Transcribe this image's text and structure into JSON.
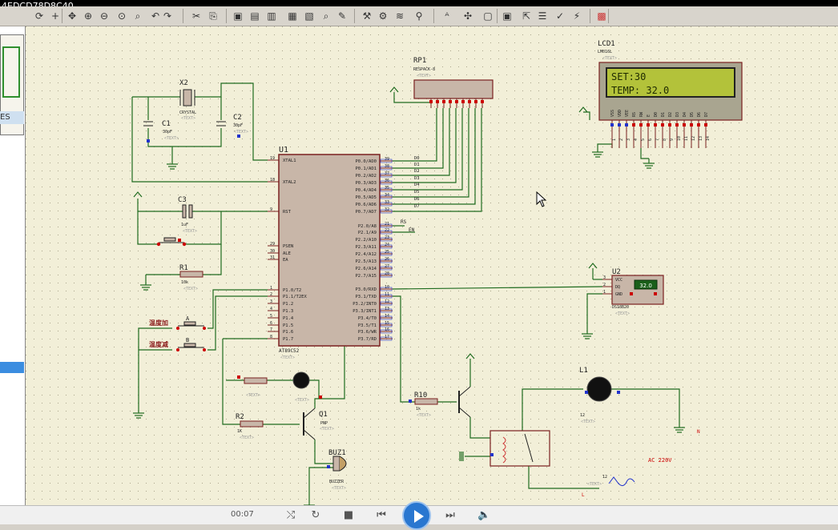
{
  "window": {
    "title": "4EDCD78D8C40"
  },
  "toolbar": {
    "icons": [
      "refresh-icon",
      "origin-icon",
      "pan-icon",
      "zoom-in-icon",
      "zoom-out-icon",
      "zoom-all-icon",
      "zoom-area-icon",
      "undo-icon",
      "redo-icon",
      "cut-icon",
      "copy-icon",
      "paste-icon",
      "block-copy-icon",
      "block-move-icon",
      "block-rotate-icon",
      "block-delete-icon",
      "pick-icon",
      "make-device-icon",
      "packaging-icon",
      "decompose-icon",
      "wire-autorouter-icon",
      "search-icon",
      "property-assign-icon",
      "design-explorer-icon",
      "new-sheet-icon",
      "remove-sheet-icon",
      "exit-sheet-icon",
      "bom-icon",
      "erc-icon",
      "netlist-icon",
      "ares-icon"
    ]
  },
  "sidebar": {
    "devices_label": "ES"
  },
  "schematic": {
    "U1": {
      "ref": "U1",
      "part": "AT89C52",
      "text": "<TEXT>",
      "left_pins": [
        {
          "num": "19",
          "name": "XTAL1"
        },
        {
          "num": "18",
          "name": "XTAL2"
        },
        {
          "num": "9",
          "name": "RST"
        },
        {
          "num": "29",
          "name": "PSEN"
        },
        {
          "num": "30",
          "name": "ALE"
        },
        {
          "num": "31",
          "name": "EA"
        },
        {
          "num": "1",
          "name": "P1.0/T2"
        },
        {
          "num": "2",
          "name": "P1.1/T2EX"
        },
        {
          "num": "3",
          "name": "P1.2"
        },
        {
          "num": "4",
          "name": "P1.3"
        },
        {
          "num": "5",
          "name": "P1.4"
        },
        {
          "num": "6",
          "name": "P1.5"
        },
        {
          "num": "7",
          "name": "P1.6"
        },
        {
          "num": "8",
          "name": "P1.7"
        }
      ],
      "right_pins_p0": [
        {
          "num": "39",
          "name": "P0.0/AD0"
        },
        {
          "num": "38",
          "name": "P0.1/AD1"
        },
        {
          "num": "37",
          "name": "P0.2/AD2"
        },
        {
          "num": "36",
          "name": "P0.3/AD3"
        },
        {
          "num": "35",
          "name": "P0.4/AD4"
        },
        {
          "num": "34",
          "name": "P0.5/AD5"
        },
        {
          "num": "33",
          "name": "P0.6/AD6"
        },
        {
          "num": "32",
          "name": "P0.7/AD7"
        }
      ],
      "right_pins_p2": [
        {
          "num": "21",
          "name": "P2.0/A8"
        },
        {
          "num": "22",
          "name": "P2.1/A9"
        },
        {
          "num": "23",
          "name": "P2.2/A10"
        },
        {
          "num": "24",
          "name": "P2.3/A11"
        },
        {
          "num": "25",
          "name": "P2.4/A12"
        },
        {
          "num": "26",
          "name": "P2.5/A13"
        },
        {
          "num": "27",
          "name": "P2.6/A14"
        },
        {
          "num": "28",
          "name": "P2.7/A15"
        }
      ],
      "right_pins_p3": [
        {
          "num": "10",
          "name": "P3.0/RXD"
        },
        {
          "num": "11",
          "name": "P3.1/TXD"
        },
        {
          "num": "12",
          "name": "P3.2/INT0"
        },
        {
          "num": "13",
          "name": "P3.3/INT1"
        },
        {
          "num": "14",
          "name": "P3.4/T0"
        },
        {
          "num": "15",
          "name": "P3.5/T1"
        },
        {
          "num": "16",
          "name": "P3.6/WR"
        },
        {
          "num": "17",
          "name": "P3.7/RD"
        }
      ],
      "net_d": [
        "D0",
        "D1",
        "D2",
        "D3",
        "D4",
        "D5",
        "D6",
        "D7"
      ],
      "net_rs": "RS",
      "net_en": "EN"
    },
    "X2": {
      "ref": "X2",
      "part": "CRYSTAL",
      "text": "<TEXT>"
    },
    "C1": {
      "ref": "C1",
      "value": "30pF",
      "text": "<TEXT>"
    },
    "C2": {
      "ref": "C2",
      "value": "30pF",
      "text": "<TEXT>"
    },
    "C3": {
      "ref": "C3",
      "value": "1uF",
      "text": "<TEXT>"
    },
    "R1": {
      "ref": "R1",
      "value": "10k",
      "text": "<TEXT>"
    },
    "R2": {
      "ref": "R2",
      "value": "1K",
      "text": "<TEXT>"
    },
    "R10": {
      "ref": "R10",
      "value": "1k",
      "text": "<TEXT>"
    },
    "RP1": {
      "ref": "RP1",
      "part": "RESPACK-8",
      "text": "<TEXT>"
    },
    "LCD1": {
      "ref": "LCD1",
      "part": "LM016L",
      "text": "<TEXT>",
      "line1": "SET:30",
      "line2": "TEMP:  32.0",
      "pins": [
        "VSS",
        "VDD",
        "VEE",
        "RS",
        "RW",
        "E",
        "D0",
        "D1",
        "D2",
        "D3",
        "D4",
        "D5",
        "D6",
        "D7"
      ],
      "nums": [
        "1",
        "2",
        "3",
        "4",
        "5",
        "6",
        "7",
        "8",
        "9",
        "10",
        "11",
        "12",
        "13",
        "14"
      ],
      "screen_color": "#b3c23a",
      "text_color": "#1e2a00"
    },
    "U2": {
      "ref": "U2",
      "part": "DS18B20",
      "text": "<TEXT>",
      "pins": [
        "VCC",
        "DQ",
        "GND"
      ],
      "nums": [
        "3",
        "2",
        "1"
      ],
      "reading": "32.0"
    },
    "Q1": {
      "ref": "Q1",
      "part": "PNP",
      "text": "<TEXT>"
    },
    "BUZ1": {
      "ref": "BUZ1",
      "part": "BUZZER",
      "text": "<TEXT>"
    },
    "L1": {
      "ref": "L1",
      "value": "12",
      "text": "<TEXT>"
    },
    "AC": {
      "label": "AC 220V",
      "n": "N",
      "l": "L",
      "v": "12"
    },
    "btnA": {
      "label": "温度加",
      "id": "A"
    },
    "btnB": {
      "label": "温度减",
      "id": "B"
    }
  },
  "playbar": {
    "time": "00:07"
  }
}
